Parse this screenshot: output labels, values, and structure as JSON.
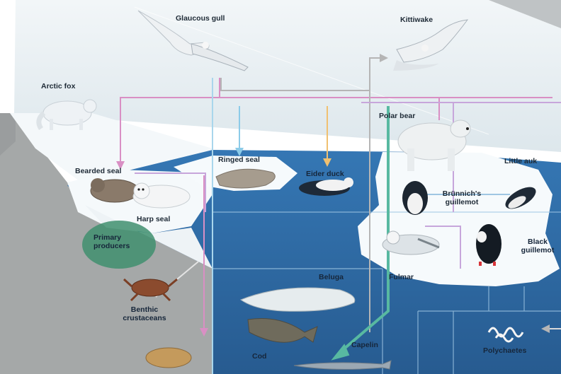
{
  "labels": {
    "glaucous_gull": "Glaucous gull",
    "kittiwake": "Kittiwake",
    "arctic_fox": "Arctic fox",
    "polar_bear": "Polar bear",
    "ringed_seal": "Ringed seal",
    "eider_duck": "Eider duck",
    "little_auk": "Little auk",
    "bearded_seal": "Bearded seal",
    "brunnichs_guillemot": "Brünnich's guillemot",
    "harp_seal": "Harp seal",
    "primary_producers": "Primary producers",
    "black_guillemot": "Black guillemot",
    "fulmar": "Fulmar",
    "beluga": "Beluga",
    "benthic_crustaceans": "Benthic crustaceans",
    "cod": "Cod",
    "capelin": "Capelin",
    "polychaetes": "Polychaetes"
  },
  "colors": {
    "sky": "#e9f0f3",
    "ice": "#f4f8fa",
    "water": "#2f6fab",
    "water_deep": "#285f95",
    "rock": "#a5a8a8",
    "producers": "#3f8f6e",
    "link_pink": "#d98fc4",
    "link_lightblue": "#9fd0ea",
    "link_orange": "#f0c070",
    "link_grey": "#b9b9b9",
    "link_teal": "#58b9a1",
    "link_lilac": "#c7a6db"
  }
}
